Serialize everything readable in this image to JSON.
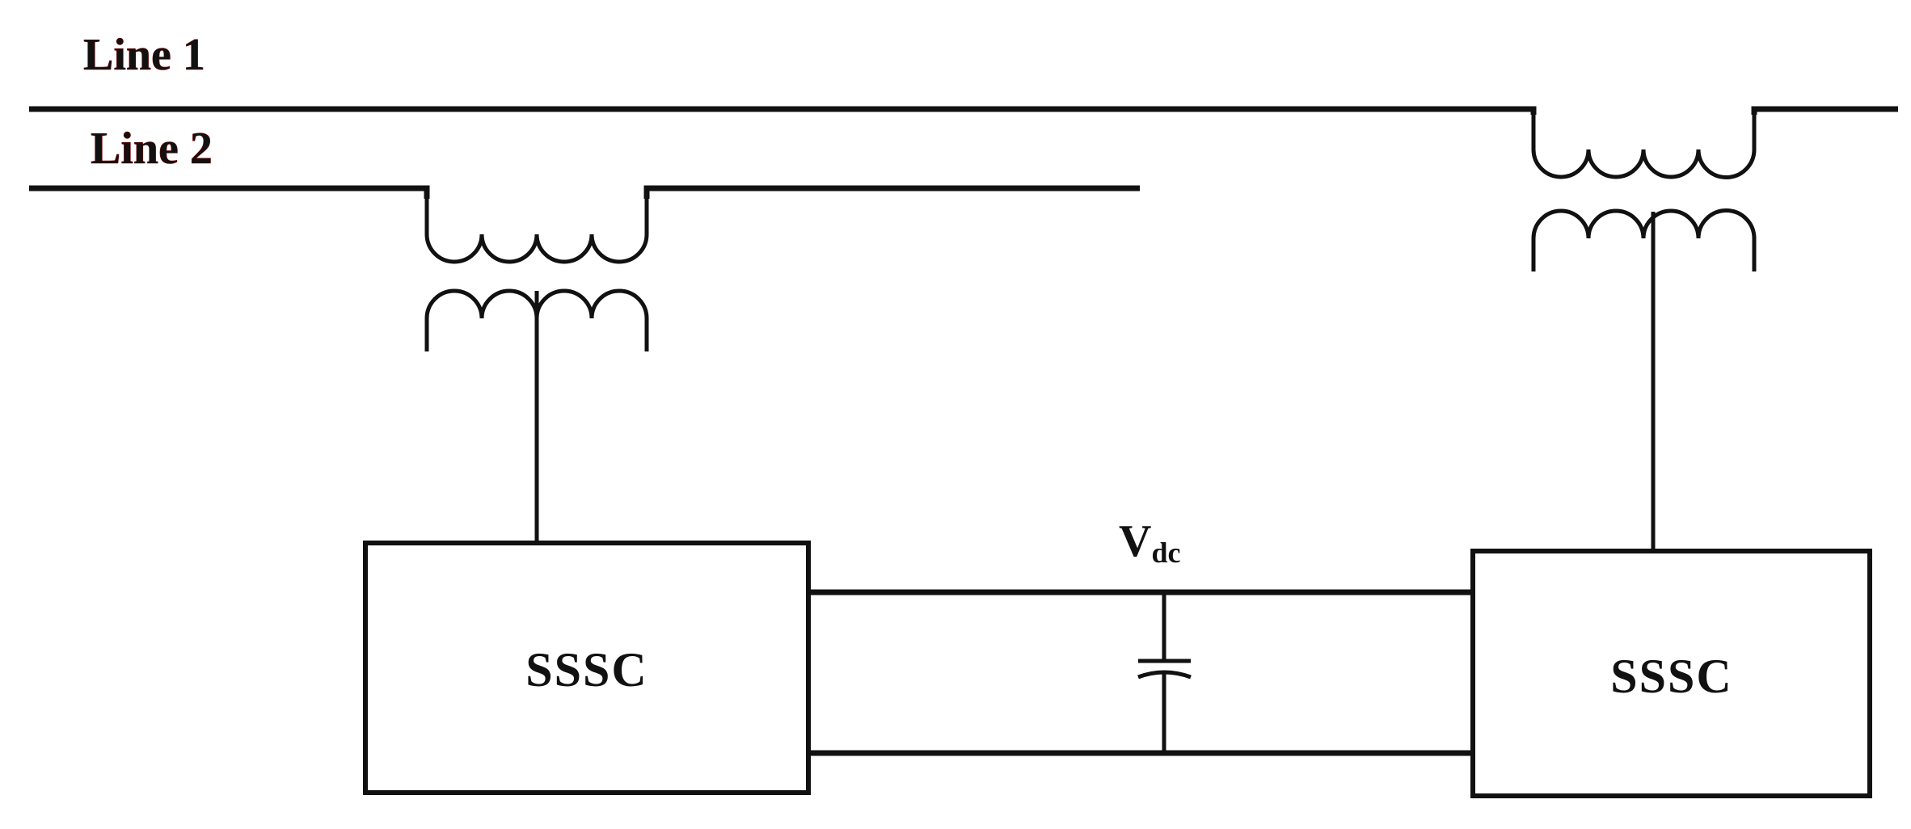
{
  "lines": {
    "line1_label": "Line 1",
    "line2_label": "Line 2"
  },
  "converters": {
    "left_label": "SSSC",
    "right_label": "SSSC"
  },
  "dc_link": {
    "voltage_symbol": "V",
    "voltage_subscript": "dc"
  },
  "colors": {
    "ink": "#111111",
    "line_label_accent": "#7a0000",
    "background": "#ffffff"
  }
}
